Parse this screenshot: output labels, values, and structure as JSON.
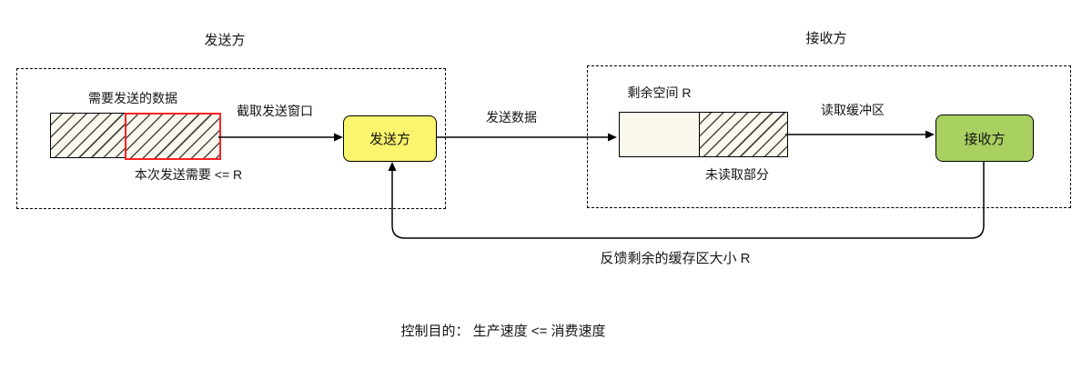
{
  "sender_group": {
    "title": "发送方",
    "buffer_label": "需要发送的数据",
    "window_note": "本次发送需要 <= R",
    "node_label": "发送方"
  },
  "receiver_group": {
    "title": "接收方",
    "buffer_label": "剩余空间 R",
    "unread_label": "未读取部分",
    "node_label": "接收方"
  },
  "arrows": {
    "capture_window_label": "截取发送窗口",
    "send_data_label": "发送数据",
    "read_buffer_label": "读取缓冲区",
    "feedback_label": "反馈剩余的缓存区大小 R"
  },
  "footer": {
    "goal_text": "控制目的：  生产速度 <=  消费速度"
  },
  "colors": {
    "sender_node_fill": "#fbf46e",
    "receiver_node_fill": "#a8d161",
    "highlight_border": "#ff2020",
    "buffer_fill": "#fbf8ee"
  }
}
